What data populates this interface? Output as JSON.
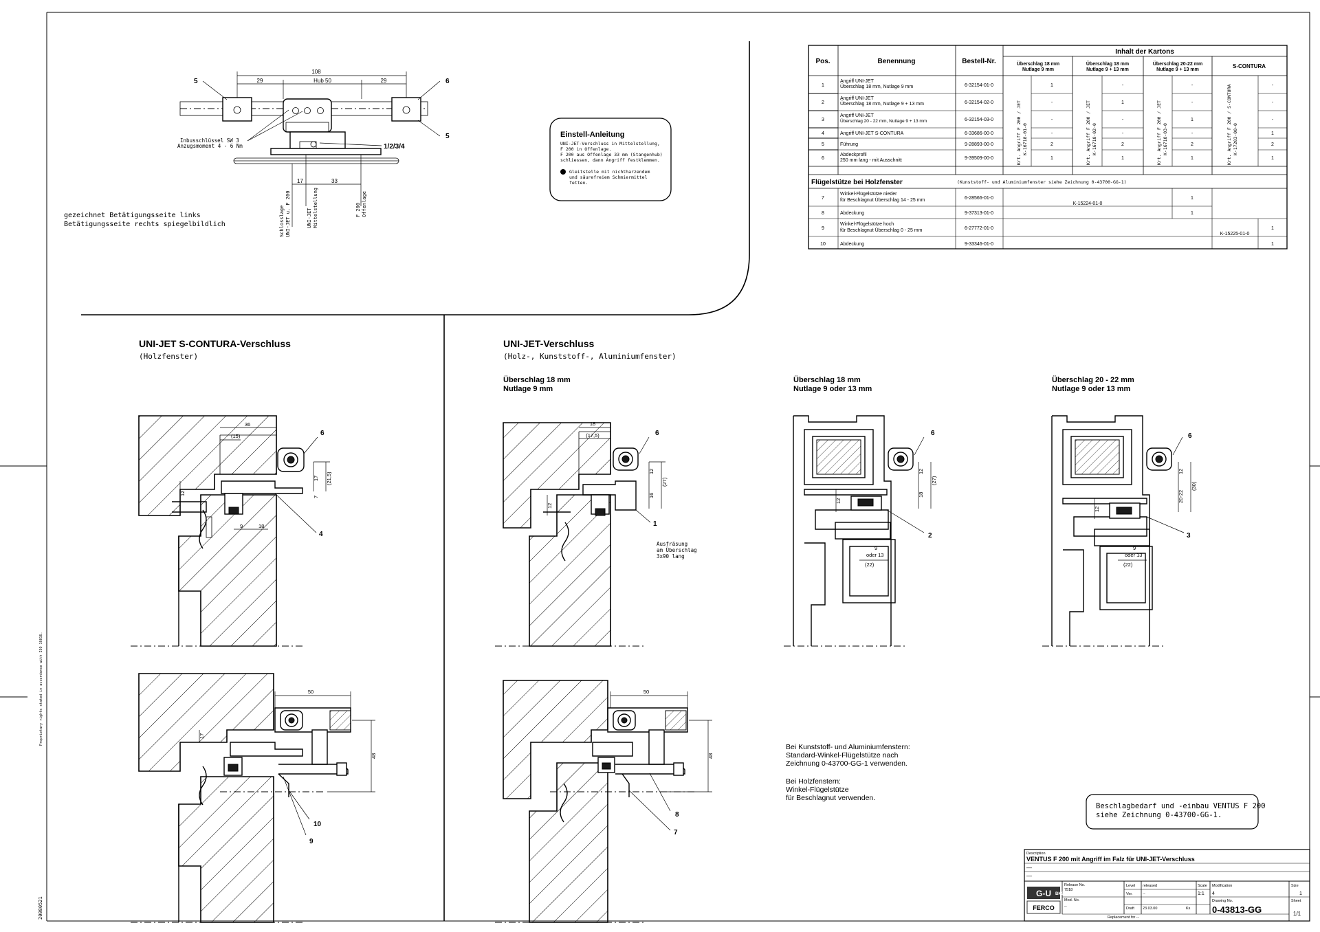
{
  "note_drawn": [
    "gezeichnet Betätigungsseite links",
    "Betätigungsseite rechts spiegelbildlich"
  ],
  "detail": {
    "dim_108": "108",
    "dim_29a": "29",
    "dim_hub": "Hub 50",
    "dim_29b": "29",
    "inbus": [
      "Inbusschlüssel SW 3",
      "Anzugsmoment 4 - 6 Nm"
    ],
    "dim_17": "17",
    "dim_33": "33",
    "label_1234": "1/2/3/4",
    "label_5a": "5",
    "label_5b": "5",
    "label_6": "6",
    "vlabel_1": [
      "Schlosslage",
      "UNI-JET u. F 200"
    ],
    "vlabel_2": [
      "UNI-JET",
      "Mittelstellung"
    ],
    "vlabel_3": [
      "F 200",
      "Offenlage"
    ]
  },
  "einstell": {
    "title": "Einstell-Anleitung",
    "lines": [
      "UNI-JET-Verschluss in Mittelstellung,",
      "F 200 in Offenlage.",
      "F 200 aus Offenlage 33 mm (Stangenhub)",
      "schliessen, dann Angriff festklemmen."
    ],
    "grease": [
      "Gleitstelle mit nichtharzendem",
      "und säurefreiem Schmiermittel",
      "fetten."
    ]
  },
  "table": {
    "headers": {
      "pos": "Pos.",
      "benennung": "Benennung",
      "bestell": "Bestell-Nr.",
      "inhalt": "Inhalt der Kartons"
    },
    "groups": [
      {
        "title": [
          "Überschlag 18 mm",
          "Nutlage 9 mm"
        ],
        "kit": [
          "Krt. Angriff F 200 / JET",
          "K-16718-01-0"
        ]
      },
      {
        "title": [
          "Überschlag 18 mm",
          "Nutlage 9 + 13 mm"
        ],
        "kit": [
          "Krt. Angriff F 200 / JET",
          "K-16718-02-0"
        ]
      },
      {
        "title": [
          "Überschlag 20-22 mm",
          "Nutlage 9 + 13 mm"
        ],
        "kit": [
          "Krt. Angriff F 200 / JET",
          "K-16718-03-0"
        ]
      },
      {
        "title": [
          "S-CONTURA"
        ],
        "kit": [
          "Krt. Angriff F 200 / S-CONTURA",
          "K-17203-00-0"
        ]
      }
    ],
    "rows": [
      {
        "pos": "1",
        "name": [
          "Angriff UNI-JET",
          "Überschlag 18 mm, Nutlage 9 mm"
        ],
        "nr": "6-32154-01-0",
        "q": [
          "1",
          "-",
          "-",
          "-"
        ]
      },
      {
        "pos": "2",
        "name": [
          "Angriff UNI-JET",
          "Überschlag 18 mm, Nutlage 9 + 13 mm"
        ],
        "nr": "6-32154-02-0",
        "q": [
          "-",
          "1",
          "-",
          "-"
        ]
      },
      {
        "pos": "3",
        "name": [
          "Angriff UNI-JET",
          "Überschlag 20 - 22 mm, Nutlage 9 + 13 mm"
        ],
        "nr": "6-32154-03-0",
        "q": [
          "-",
          "-",
          "1",
          "-"
        ]
      },
      {
        "pos": "4",
        "name": [
          "Angriff UNI-JET S-CONTURA"
        ],
        "nr": "6-33686-00-0",
        "q": [
          "-",
          "-",
          "-",
          "1"
        ]
      },
      {
        "pos": "5",
        "name": [
          "Führung"
        ],
        "nr": "9-28893-00-0",
        "q": [
          "2",
          "2",
          "2",
          "2"
        ]
      },
      {
        "pos": "6",
        "name": [
          "Abdeckprofil",
          "250 mm lang - mit Ausschnitt"
        ],
        "nr": "9-39509-00-0",
        "q": [
          "1",
          "1",
          "1",
          "1"
        ]
      }
    ],
    "section_title": "Flügelstütze bei Holzfenster",
    "section_note": "(Kunststoff- und Aluminiumfenster siehe Zeichnung 0-43700-GG-1)",
    "rows2": [
      {
        "pos": "7",
        "name": [
          "Winkel-Flügelstütze nieder",
          "für Beschlagnut Überschlag 14 - 25 mm"
        ],
        "nr": "6-28566-01-0",
        "q": "1"
      },
      {
        "pos": "8",
        "name": [
          "Abdeckung"
        ],
        "nr": "9-37313-01-0",
        "q": "1"
      },
      {
        "pos": "9",
        "name": [
          "Winkel-Flügelstütze hoch",
          "für Beschlagnut Überschlag 0 - 25 mm"
        ],
        "nr": "6-27772-01-0",
        "q": "1"
      },
      {
        "pos": "10",
        "name": [
          "Abdeckung"
        ],
        "nr": "9-33346-01-0",
        "q": "1"
      }
    ],
    "kit_a": "K-15224-01-0",
    "kit_b": "K-15225-01-0"
  },
  "sections": {
    "scontura_title": "UNI-JET S-CONTURA-Verschluss",
    "scontura_sub": "(Holzfenster)",
    "unijet_title": "UNI-JET-Verschluss",
    "unijet_sub": "(Holz-, Kunststoff-, Aluminiumfenster)",
    "v1": [
      "Überschlag 18 mm",
      "Nutlage 9 mm"
    ],
    "v2": [
      "Überschlag 18 mm",
      "Nutlage 9 oder 13 mm"
    ],
    "v3": [
      "Überschlag 20 - 22 mm",
      "Nutlage 9 oder 13 mm"
    ],
    "ausfraesung": [
      "Ausfräsung",
      "am Überschlag",
      "3x90 lang"
    ]
  },
  "dims": {
    "s1_36": "36",
    "s1_15": "(15)",
    "s1_17": "17",
    "s1_215": "(21,5)",
    "s1_7": "7",
    "s1_12": "12",
    "s1_9": "9",
    "s1_18": "18",
    "s2_18": "18",
    "s2_175": "(17,5)",
    "s2_12": "12",
    "s2_27": "(27)",
    "s2_16": "16",
    "s2_12b": "12",
    "s3_12": "12",
    "s3_27": "(27)",
    "s3_18": "18",
    "s3_12b": "12",
    "s3_9": "9",
    "s3_oder": "oder 13",
    "s3_22": "(22)",
    "s4_12": "12",
    "s4_2022": "20-22",
    "s4_30": "(30)",
    "s4_12b": "12",
    "s4_9": "9",
    "s4_oder": "oder 13",
    "s4_22": "(22)",
    "b1_50": "50",
    "b1_17": "17",
    "b1_48": "48",
    "b2_50": "50",
    "b2_48": "48"
  },
  "pos_labels": {
    "p6a": "6",
    "p4": "4",
    "p6b": "6",
    "p1": "1",
    "p6c": "6",
    "p2": "2",
    "p6d": "6",
    "p3": "3",
    "p10": "10",
    "p9": "9",
    "p8": "8",
    "p7": "7"
  },
  "kunststoff_note": [
    "Bei Kunststoff- und Aluminiumfenstern:",
    "Standard-Winkel-Flügelstütze nach",
    "Zeichnung 0-43700-GG-1 verwenden.",
    "",
    "Bei Holzfenstern:",
    "Winkel-Flügelstütze",
    "für Beschlagnut verwenden."
  ],
  "beschlag_note": [
    "Beschlagbedarf und -einbau VENTUS F 200",
    "siehe Zeichnung 0-43700-GG-1."
  ],
  "titleblock": {
    "desc_label": "Description",
    "desc": "VENTUS F 200 mit Angriff im Falz für UNI-JET-Verschluss",
    "dash1": "—",
    "dash2": "—",
    "release_label": "Release No.",
    "release_val": "7518",
    "mod_label": "Mod. No.",
    "mod_val": "--",
    "level_label": "Level",
    "level_val": "released",
    "ver_label": "Ver.",
    "ver_val": "--",
    "draft_label": "Draft",
    "draft_val": "23.03.00",
    "ks": "Ks",
    "scale_label": "Scale",
    "scale_val": "1:1",
    "modif_label": "Modification",
    "modif_val": "4",
    "size_label": "Size",
    "size_val": "1",
    "sheet_label": "Sheet",
    "sheet_val": "1/1",
    "drawing_label": "Drawing No.",
    "drawing_no": "0-43813-GG",
    "replacement": "Replacement for --",
    "logo_gu": "G-U",
    "logo_bks": "BKS",
    "logo_ferco": "FERCO"
  },
  "margin_date": "20080521",
  "margin_copyright": "Proprietary rights stated in accordance with ISO 16016."
}
